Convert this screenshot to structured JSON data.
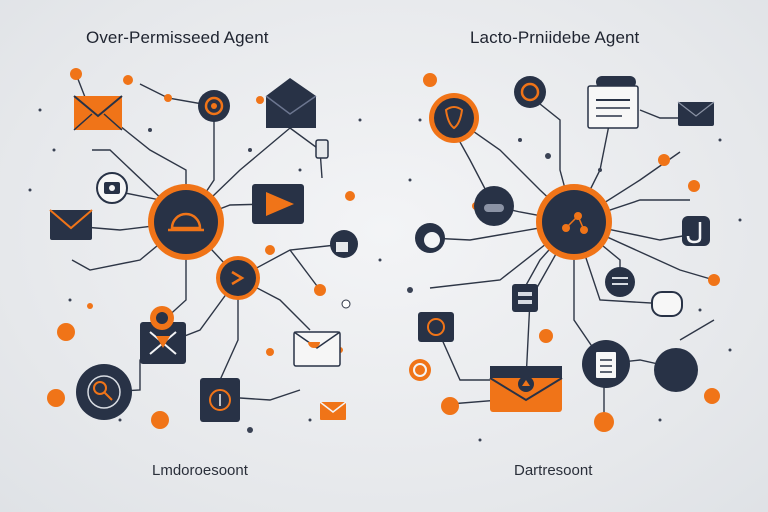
{
  "left_panel": {
    "title": "Over-Permisseed Agent",
    "caption": "Lmdoroesoont"
  },
  "right_panel": {
    "title": "Lacto-Prniidebe Agent",
    "caption": "Dartresoont"
  },
  "colors": {
    "accent": "#f07418",
    "node": "#283246",
    "line": "#2e3646",
    "background": "#e8eaed"
  }
}
